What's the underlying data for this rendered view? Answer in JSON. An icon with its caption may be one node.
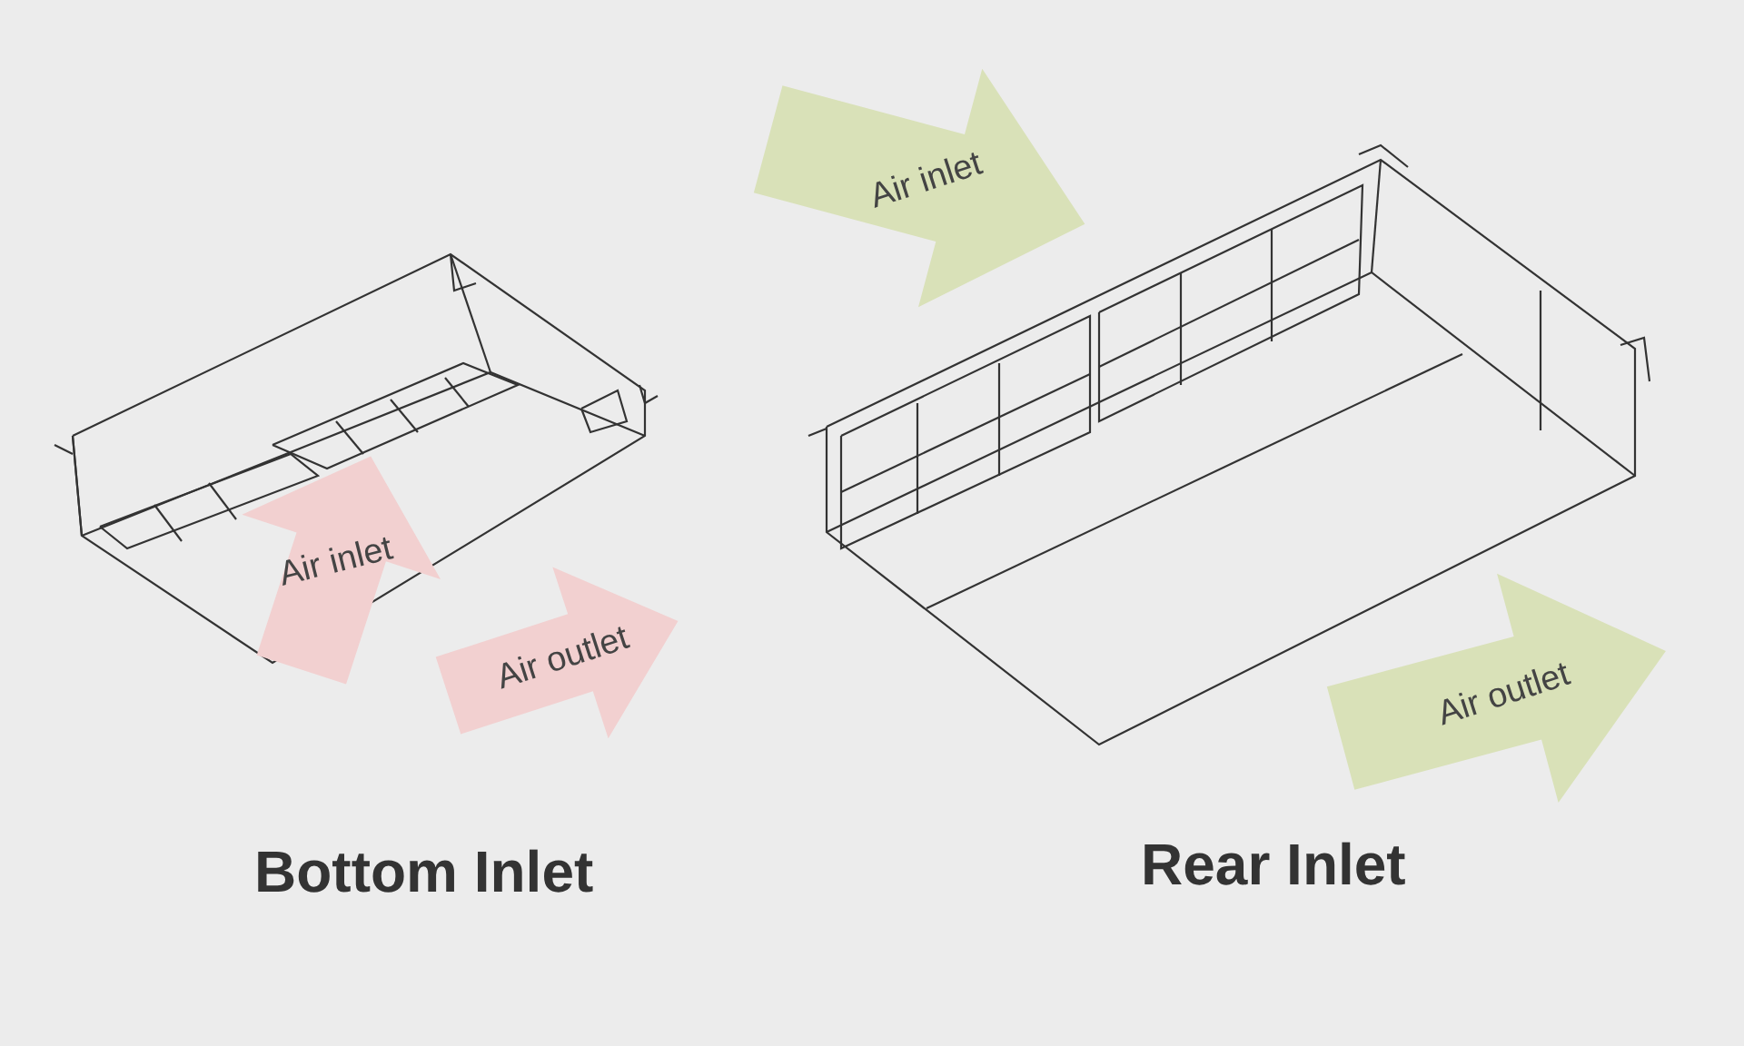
{
  "diagram": {
    "nodes": [
      {
        "text": [
          "Air inlet"
        ]
      },
      {
        "text": [
          "Air outlet"
        ]
      },
      {
        "text": [
          "Air inlet"
        ]
      },
      {
        "text": [
          "Air outlet"
        ]
      }
    ],
    "labels": [
      "Bottom Inlet",
      "Rear Inlet"
    ]
  }
}
